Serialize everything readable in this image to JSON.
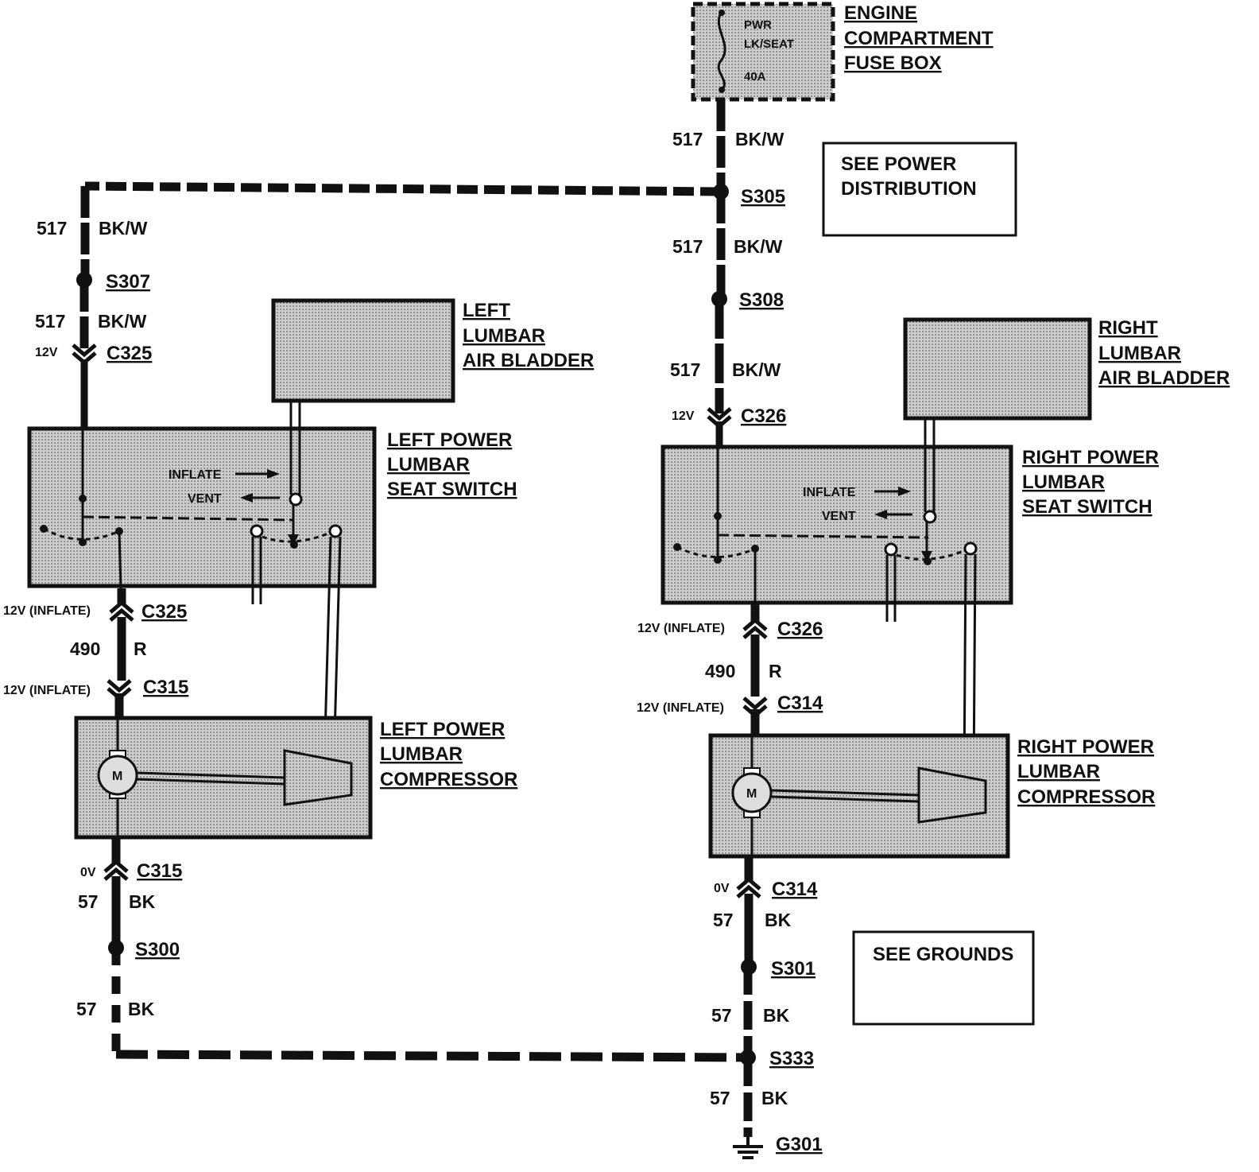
{
  "fuse_box": {
    "fuse_label_1": "PWR",
    "fuse_label_2": "LK/SEAT",
    "fuse_rating": "40A",
    "title_lines": [
      "ENGINE",
      "COMPARTMENT",
      "FUSE BOX"
    ]
  },
  "notes": {
    "power_distribution": [
      "SEE POWER",
      "DISTRIBUTION"
    ],
    "grounds": "SEE GROUNDS"
  },
  "left": {
    "bladder_title": [
      "LEFT",
      "LUMBAR",
      "AIR BLADDER"
    ],
    "switch_title": [
      "LEFT POWER",
      "LUMBAR",
      "SEAT SWITCH"
    ],
    "compressor_title": [
      "LEFT POWER",
      "LUMBAR",
      "COMPRESSOR"
    ],
    "splice_top": "S307",
    "connector_switch": "C325",
    "connector_switch_voltage": "12V",
    "connector_out": "C325",
    "connector_out_voltage": "12V (INFLATE)",
    "connector_comp": "C315",
    "connector_comp_voltage": "12V (INFLATE)",
    "connector_ground": "C315",
    "connector_ground_voltage": "0V",
    "splice_ground": "S300"
  },
  "right": {
    "bladder_title": [
      "RIGHT",
      "LUMBAR",
      "AIR BLADDER"
    ],
    "switch_title": [
      "RIGHT POWER",
      "LUMBAR",
      "SEAT SWITCH"
    ],
    "compressor_title": [
      "RIGHT POWER",
      "LUMBAR",
      "COMPRESSOR"
    ],
    "splice_top": "S308",
    "connector_switch": "C326",
    "connector_switch_voltage": "12V",
    "connector_out": "C326",
    "connector_out_voltage": "12V (INFLATE)",
    "connector_comp": "C314",
    "connector_comp_voltage": "12V (INFLATE)",
    "connector_ground": "C314",
    "connector_ground_voltage": "0V",
    "splice_ground": "S301",
    "splice_join": "S333",
    "ground": "G301"
  },
  "splice_main": "S305",
  "switch_labels": {
    "inflate": "INFLATE",
    "vent": "VENT"
  },
  "motor_label": "M",
  "wires": {
    "power_circuit": "517",
    "power_color": "BK/W",
    "inflate_circuit": "490",
    "inflate_color": "R",
    "ground_circuit": "57",
    "ground_color": "BK"
  }
}
